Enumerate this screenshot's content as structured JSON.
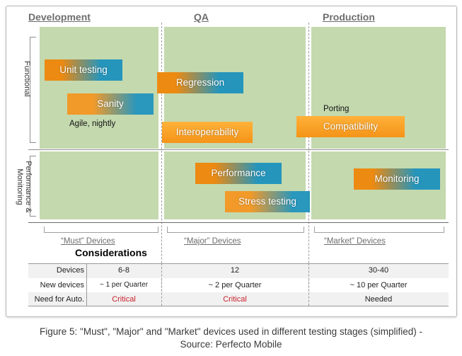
{
  "stages": {
    "development": "Development",
    "qa": "QA",
    "production": "Production"
  },
  "categories": {
    "functional": "Functional",
    "performance": "Performance & Monitoring"
  },
  "bars": {
    "unit_testing": "Unit testing",
    "sanity": "Sanity",
    "regression": "Regression",
    "interoperability": "Interoperability",
    "compatibility": "Compatibility",
    "performance": "Performance",
    "stress_testing": "Stress testing",
    "monitoring": "Monitoring"
  },
  "notes": {
    "agile": "Agile, nightly",
    "porting": "Porting"
  },
  "devices": {
    "must": "“Must” Devices",
    "major": "“Major” Devices",
    "market": "“Market” Devices"
  },
  "considerations": "Considerations",
  "table": {
    "rows": [
      {
        "label": "Devices",
        "dev": "6-8",
        "qa": "12",
        "prod": "30-40"
      },
      {
        "label": "New devices",
        "dev": "~ 1 per Quarter",
        "qa": "~ 2 per Quarter",
        "prod": "~ 10 per Quarter"
      },
      {
        "label": "Need for Auto.",
        "dev": "Critical",
        "qa": "Critical",
        "prod": "Needed"
      }
    ]
  },
  "caption": {
    "line1": "Figure 5: \"Must\", \"Major\" and \"Market\" devices used in different testing stages (simplified) -",
    "line2": "Source: Perfecto Mobile"
  },
  "colors": {
    "zone_green": "#c4d9ae",
    "orange": "#f49418",
    "teal": "#2595bc",
    "critical_red": "#c8202a"
  }
}
